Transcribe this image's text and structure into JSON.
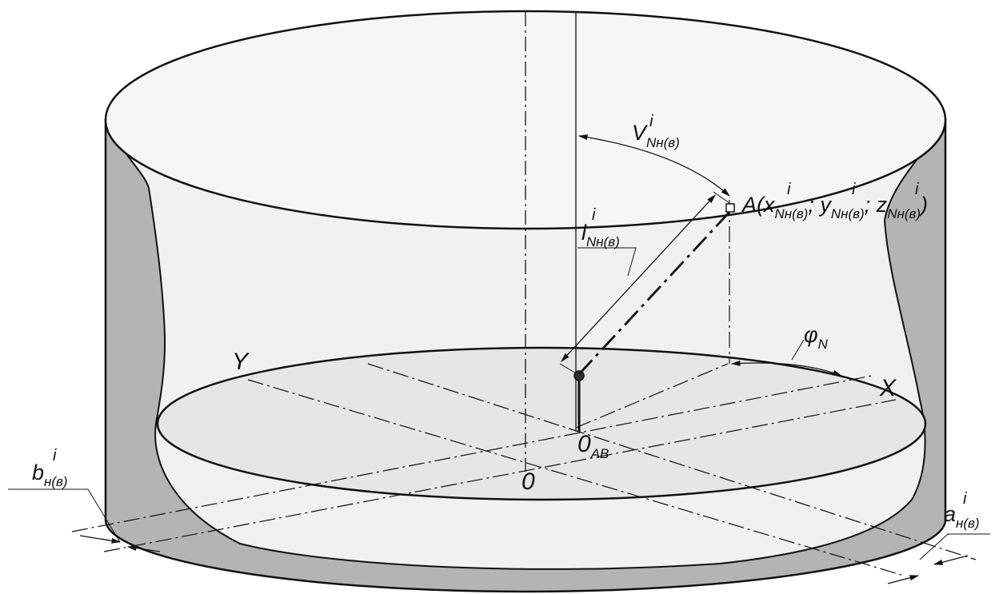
{
  "labels": {
    "axis_y": "Y",
    "axis_x": "X",
    "origin_o": "0",
    "origin_oab": {
      "base": "0",
      "sub": "AB"
    },
    "angle_v": {
      "base": "V",
      "sub": "Nн(в)",
      "sup": "i"
    },
    "length_l": {
      "base": "l",
      "sub": "Nн(в)",
      "sup": "i"
    },
    "angle_phi": {
      "base": "φ",
      "sub": "N"
    },
    "dim_b": {
      "base": "b",
      "sub": "н(в)",
      "sup": "i"
    },
    "dim_a": {
      "base": "a",
      "sub": "н(в)",
      "sup": "i"
    },
    "point_a": {
      "prefix": "A(x",
      "sub_x": "Nн(в)",
      "sup_x": "i",
      "sep1": "; y",
      "sub_y": "Nн(в)",
      "sup_y": "i",
      "sep2": "; z",
      "sub_z": "Nн(в)",
      "sup_z": "i",
      "close": ")"
    }
  },
  "colors": {
    "wall_outer": "#c8c8c8",
    "wall_shadow": "#a9a9a9",
    "inner_surface": "#f3f3f3",
    "floor": "#e9e9e9",
    "line": "#111111"
  }
}
